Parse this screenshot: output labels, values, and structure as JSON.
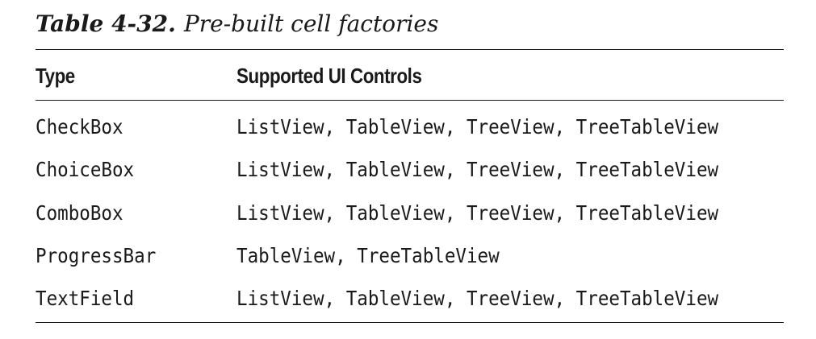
{
  "caption": {
    "label": "Table 4-32.",
    "title": "Pre-built cell factories"
  },
  "table": {
    "headers": [
      "Type",
      "Supported UI Controls"
    ],
    "rows": [
      {
        "type": "CheckBox",
        "controls": "ListView, TableView, TreeView, TreeTableView"
      },
      {
        "type": "ChoiceBox",
        "controls": "ListView, TableView, TreeView, TreeTableView"
      },
      {
        "type": "ComboBox",
        "controls": "ListView, TableView, TreeView, TreeTableView"
      },
      {
        "type": "ProgressBar",
        "controls": "TableView, TreeTableView"
      },
      {
        "type": "TextField",
        "controls": "ListView, TableView, TreeView, TreeTableView"
      }
    ]
  }
}
